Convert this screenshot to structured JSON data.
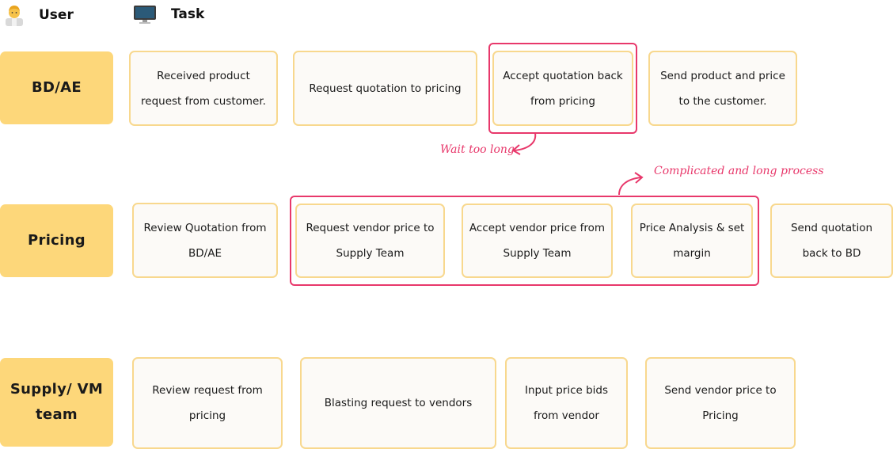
{
  "header": {
    "user_label": "User",
    "task_label": "Task",
    "user_icon": "person-emoji-icon",
    "task_icon": "computer-monitor-icon"
  },
  "colors": {
    "role_fill": "#fdd77a",
    "card_fill": "#fcfaf7",
    "card_border": "#f8d88e",
    "highlight": "#e8386b"
  },
  "rows": [
    {
      "role": "BD/AE",
      "tasks": [
        "Received product request from customer.",
        "Request quotation to pricing",
        "Accept quotation back from pricing",
        "Send product and price to the customer."
      ]
    },
    {
      "role": "Pricing",
      "tasks": [
        "Review Quotation from BD/AE",
        "Request vendor price to Supply Team",
        "Accept vendor price from Supply Team",
        "Price Analysis & set margin",
        "Send quotation back to BD"
      ]
    },
    {
      "role": "Supply/ VM team",
      "tasks": [
        "Review request from pricing",
        "Blasting request to vendors",
        "Input price bids from vendor",
        "Send vendor price to Pricing"
      ]
    }
  ],
  "annotations": {
    "wait": "Wait too long",
    "complicated": "Complicated and long process"
  }
}
